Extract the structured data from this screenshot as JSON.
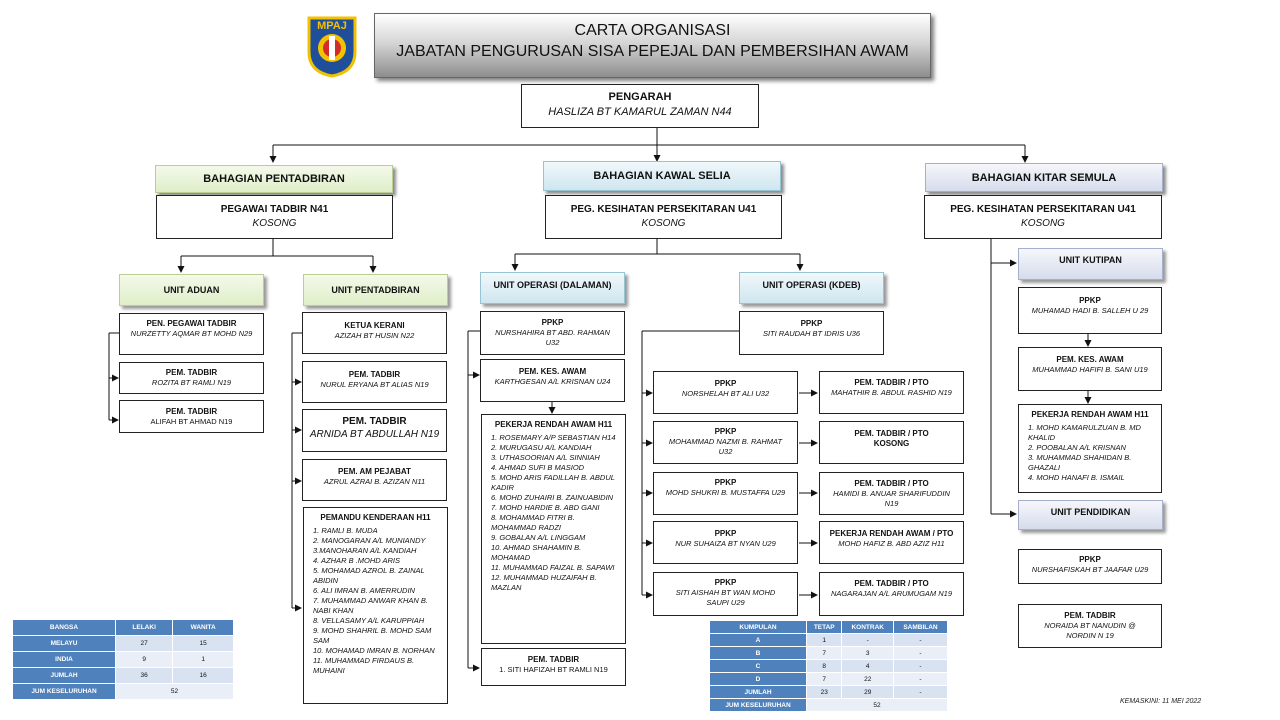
{
  "title": {
    "line1": "CARTA ORGANISASI",
    "line2": "JABATAN PENGURUSAN SISA PEPEJAL DAN PEMBERSIHAN AWAM"
  },
  "logo": {
    "text": "MPAJ"
  },
  "director": {
    "title": "PENGARAH",
    "name": "HASLIZA BT KAMARUL ZAMAN N44"
  },
  "divisions": {
    "pentadbiran": {
      "header": "BAHAGIAN PENTADBIRAN",
      "head_title": "PEGAWAI TADBIR N41",
      "head_name": "KOSONG",
      "unit_aduan": {
        "label": "UNIT ADUAN",
        "boxes": [
          {
            "title": "PEN. PEGAWAI TADBIR",
            "name": "NURZETTY AQMAR BT MOHD N29"
          },
          {
            "title": "PEM. TADBIR",
            "name": "ROZITA BT RAMLI N19"
          },
          {
            "title": "PEM. TADBIR",
            "name": "ALIFAH BT AHMAD N19"
          }
        ]
      },
      "unit_pentadbiran": {
        "label": "UNIT PENTADBIRAN",
        "boxes": [
          {
            "title": "KETUA KERANI",
            "name": "AZIZAH BT HUSIN N22"
          },
          {
            "title": "PEM. TADBIR",
            "name": "NURUL ERYANA BT ALIAS N19"
          },
          {
            "title": "PEM. TADBIR",
            "name": "ARNIDA BT ABDULLAH N19"
          },
          {
            "title": "PEM. AM PEJABAT",
            "name": "AZRUL AZRAI B. AZIZAN N11"
          }
        ],
        "drivers": {
          "title": "PEMANDU KENDERAAN H11",
          "items": [
            "1. RAMLI B. MUDA",
            "2. MANOGARAN A/L MUNIANDY",
            "3.MANOHARAN A/L KANDIAH",
            "4. AZHAR B .MOHD ARIS",
            "5. MOHAMAD AZROL B. ZAINAL ABIDIN",
            "6. ALI IMRAN B. AMERRUDIN",
            "7. MUHAMMAD ANWAR KHAN B. NABI KHAN",
            "8. VELLASAMY A/L KARUPPIAH",
            "9. MOHD SHAHRIL B. MOHD SAM SAM",
            "10. MOHAMAD IMRAN B. NORHAN",
            "11. MUHAMMAD FIRDAUS B. MUHAINI"
          ]
        }
      }
    },
    "kawal_selia": {
      "header": "BAHAGIAN KAWAL SELIA",
      "head_title": "PEG. KESIHATAN PERSEKITARAN U41",
      "head_name": "KOSONG",
      "dalaman": {
        "label": "UNIT OPERASI (DALAMAN)",
        "ppkp": {
          "title": "PPKP",
          "name": "NURSHAHIRA BT ABD. RAHMAN U32"
        },
        "kes": {
          "title": "PEM. KES. AWAM",
          "name": "KARTHGESAN A/L KRISNAN U24"
        },
        "workers": {
          "title": "PEKERJA RENDAH AWAM H11",
          "items": [
            "1. ROSEMARY A/P SEBASTIAN H14",
            "2. MURUGASU A/L KANDIAH",
            "3. UTHASOORIAN A/L SINNIAH",
            "4. AHMAD SUFI B MASIOD",
            "5. MOHD ARIS FADILLAH B. ABDUL KADIR",
            "6. MOHD ZUHAIRI B. ZAINUABIDIN",
            "7. MOHD HARDIE B. ABD GANI",
            "8. MOHAMMAD FITRI B. MOHAMMAD RADZI",
            "9. GOBALAN A/L LINGGAM",
            "10. AHMAD SHAHAMIN B. MOHAMAD",
            "11. MUHAMMAD FAIZAL B. SAPAWI",
            "12. MUHAMMAD HUZAIFAH B. MAZLAN"
          ]
        },
        "tadbir": {
          "title": "PEM. TADBIR",
          "name": "1. SITI HAFIZAH BT RAMLI N19"
        }
      },
      "kdeb": {
        "label": "UNIT OPERASI (KDEB)",
        "ppkp": {
          "title": "PPKP",
          "name": "SITI RAUDAH BT IDRIS U36"
        },
        "rows": [
          {
            "left_title": "PPKP",
            "left_name": "NORSHELAH BT ALI U32",
            "right_title": "PEM. TADBIR / PTO",
            "right_name": "MAHATHIR B. ABDUL RASHID N19"
          },
          {
            "left_title": "PPKP",
            "left_name": "MOHAMMAD NAZMI B. RAHMAT U32",
            "right_title": "PEM. TADBIR / PTO",
            "right_name": "KOSONG"
          },
          {
            "left_title": "PPKP",
            "left_name": "MOHD SHUKRI B. MUSTAFFA U29",
            "right_title": "PEM. TADBIR / PTO",
            "right_name": "HAMIDI B. ANUAR SHARIFUDDIN N19"
          },
          {
            "left_title": "PPKP",
            "left_name": "NUR SUHAIZA BT NYAN U29",
            "right_title": "PEKERJA RENDAH AWAM / PTO",
            "right_name": "MOHD HAFIZ B. ABD AZIZ H11"
          },
          {
            "left_title": "PPKP",
            "left_name": "SITI AISHAH BT WAN MOHD SAUPI U29",
            "right_title": "PEM. TADBIR / PTO",
            "right_name": "NAGARAJAN A/L ARUMUGAM N19"
          }
        ]
      }
    },
    "kitar_semula": {
      "header": "BAHAGIAN KITAR SEMULA",
      "head_title": "PEG. KESIHATAN PERSEKITARAN U41",
      "head_name": "KOSONG",
      "kutipan": {
        "label": "UNIT KUTIPAN",
        "ppkp": {
          "title": "PPKP",
          "name": "MUHAMAD HADI B. SALLEH U 29"
        },
        "kes": {
          "title": "PEM. KES. AWAM",
          "name": "MUHAMMAD HAFIFI B. SANI U19"
        },
        "workers": {
          "title": "PEKERJA RENDAH AWAM H11",
          "items": [
            "1. MOHD KAMARULZUAN B. MD KHALID",
            "2. POOBALAN A/L KRISNAN",
            "3. MUHAMMAD SHAHIDAN B. GHAZALI",
            "4. MOHD HANAFI B. ISMAIL"
          ]
        }
      },
      "pendidikan": {
        "label": "UNIT PENDIDIKAN",
        "ppkp": {
          "title": "PPKP",
          "name": "NURSHAFISKAH BT JAAFAR U29"
        },
        "tadbir": {
          "title": "PEM. TADBIR",
          "name": "NORAIDA BT NANUDIN @ NORDIN N 19"
        }
      }
    }
  },
  "bangsa_table": {
    "headers": [
      "BANGSA",
      "LELAKI",
      "WANITA"
    ],
    "rows": [
      [
        "MELAYU",
        "27",
        "15"
      ],
      [
        "INDIA",
        "9",
        "1"
      ],
      [
        "JUMLAH",
        "36",
        "16"
      ]
    ],
    "total_label": "JUM KESELURUHAN",
    "total_value": "52"
  },
  "kumpulan_table": {
    "headers": [
      "KUMPULAN",
      "TETAP",
      "KONTRAK",
      "SAMBILAN"
    ],
    "rows": [
      [
        "A",
        "1",
        "-",
        "-"
      ],
      [
        "B",
        "7",
        "3",
        "-"
      ],
      [
        "C",
        "8",
        "4",
        "-"
      ],
      [
        "D",
        "7",
        "22",
        "-"
      ],
      [
        "JUMLAH",
        "23",
        "29",
        "-"
      ]
    ],
    "total_label": "JUM KESELURUHAN",
    "total_value": "52"
  },
  "updated": "KEMASKINI: 11 MEI 2022"
}
